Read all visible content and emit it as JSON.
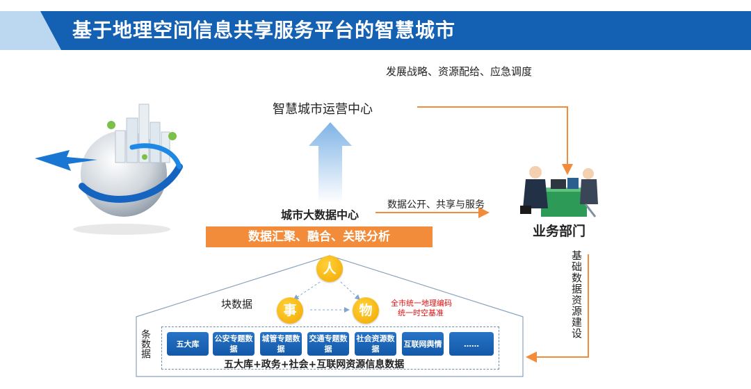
{
  "header": {
    "title": "基于地理空间信息共享服务平台的智慧城市"
  },
  "labels": {
    "top_right_note": "发展战略、资源配给、应急调度",
    "ops_center": "智慧城市运营中心",
    "big_data_center": "城市大数据中心",
    "open_share": "数据公开、共享与服务",
    "business_dept": "业务部门",
    "band": "数据汇聚、融合、关联分析",
    "block_data": "块数据",
    "strip_data": "条数据",
    "basic_build": "基础数据资源建设",
    "geo_code_1": "全市统一地理编码",
    "geo_code_2": "统一时空基准",
    "bottom_caption": "五大库+政务+社会+互联网资源信息数据"
  },
  "circles": {
    "ren": "人",
    "shi": "事",
    "wu": "物"
  },
  "data_boxes": [
    "五大库",
    "公安专题数据",
    "城管专题数据",
    "交通专题数据",
    "社会资源数据",
    "互联网舆情",
    "……"
  ],
  "colors": {
    "banner": "#1461b4",
    "accent": "#f28c3a",
    "box": "#1e6abb",
    "circle": "#f6b400",
    "red_text": "#e01010"
  },
  "icons": [
    "globe-city-icon",
    "office-meeting-icon"
  ]
}
